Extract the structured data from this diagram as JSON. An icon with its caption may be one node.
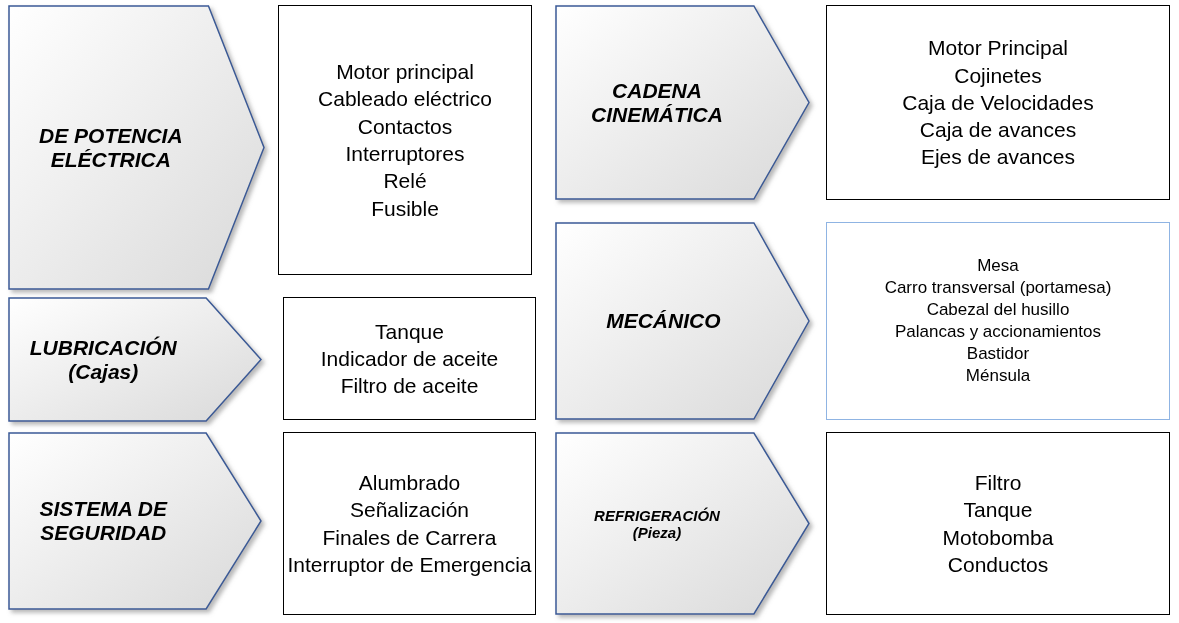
{
  "diagram": {
    "nodes": [
      {
        "text": [
          "DE POTENCIA ELÉCTRICA"
        ]
      },
      {
        "text": [
          "Motor principal",
          "Cableado eléctrico",
          "Contactos",
          "Interruptores",
          "Relé",
          "Fusible"
        ]
      },
      {
        "text": [
          "CADENA CINEMÁTICA"
        ]
      },
      {
        "text": [
          "Motor Principal",
          "Cojinetes",
          "Caja de Velocidades",
          "Caja de avances",
          "Ejes de avances"
        ]
      },
      {
        "text": [
          "LUBRICACIÓN",
          "(Cajas)"
        ]
      },
      {
        "text": [
          "Tanque",
          "Indicador de aceite",
          "Filtro de aceite"
        ]
      },
      {
        "text": [
          "MECÁNICO"
        ]
      },
      {
        "text": [
          "Mesa",
          "Carro transversal (portamesa)",
          "Cabezal del husillo",
          "Palancas y accionamientos",
          "Bastidor",
          "Ménsula"
        ]
      },
      {
        "text": [
          "SISTEMA DE SEGURIDAD"
        ]
      },
      {
        "text": [
          "Alumbrado",
          "Señalización",
          "Finales de Carrera",
          "Interruptor de Emergencia"
        ]
      },
      {
        "text": [
          "REFRIGERACIÓN",
          "(Pieza)"
        ]
      },
      {
        "text": [
          "Filtro",
          "Tanque",
          "Motobomba",
          "Conductos"
        ]
      }
    ]
  }
}
